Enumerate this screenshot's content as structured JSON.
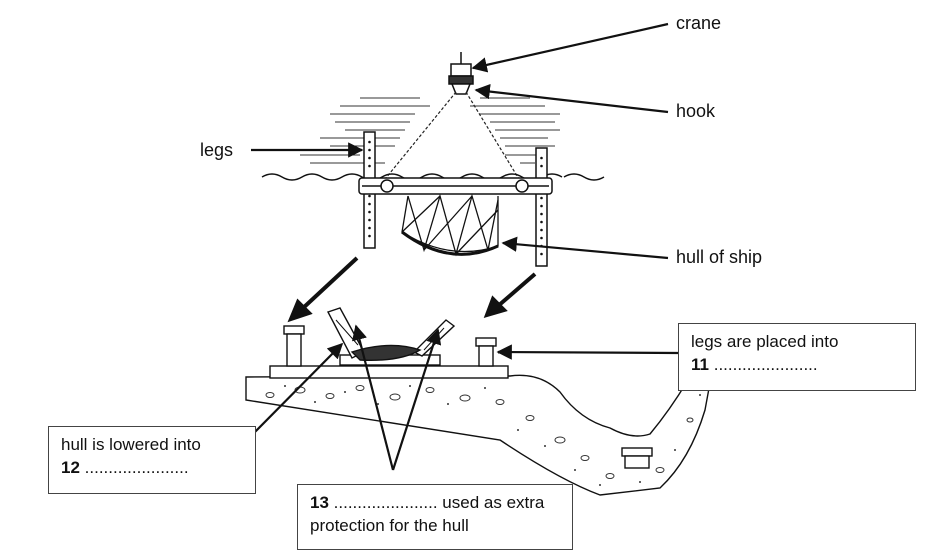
{
  "labels": {
    "crane": "crane",
    "hook": "hook",
    "legs": "legs",
    "hull": "hull of ship"
  },
  "boxes": {
    "q11": {
      "line1": "legs are placed into",
      "number": "11",
      "blank": "......................"
    },
    "q12": {
      "line1": "hull is lowered into",
      "number": "12",
      "blank": "......................"
    },
    "q13": {
      "number": "13",
      "blank": "......................",
      "line1_tail": " used as extra",
      "line2": "protection for the hull"
    }
  },
  "colors": {
    "ink": "#111111",
    "box_border": "#444444",
    "background": "#ffffff"
  }
}
